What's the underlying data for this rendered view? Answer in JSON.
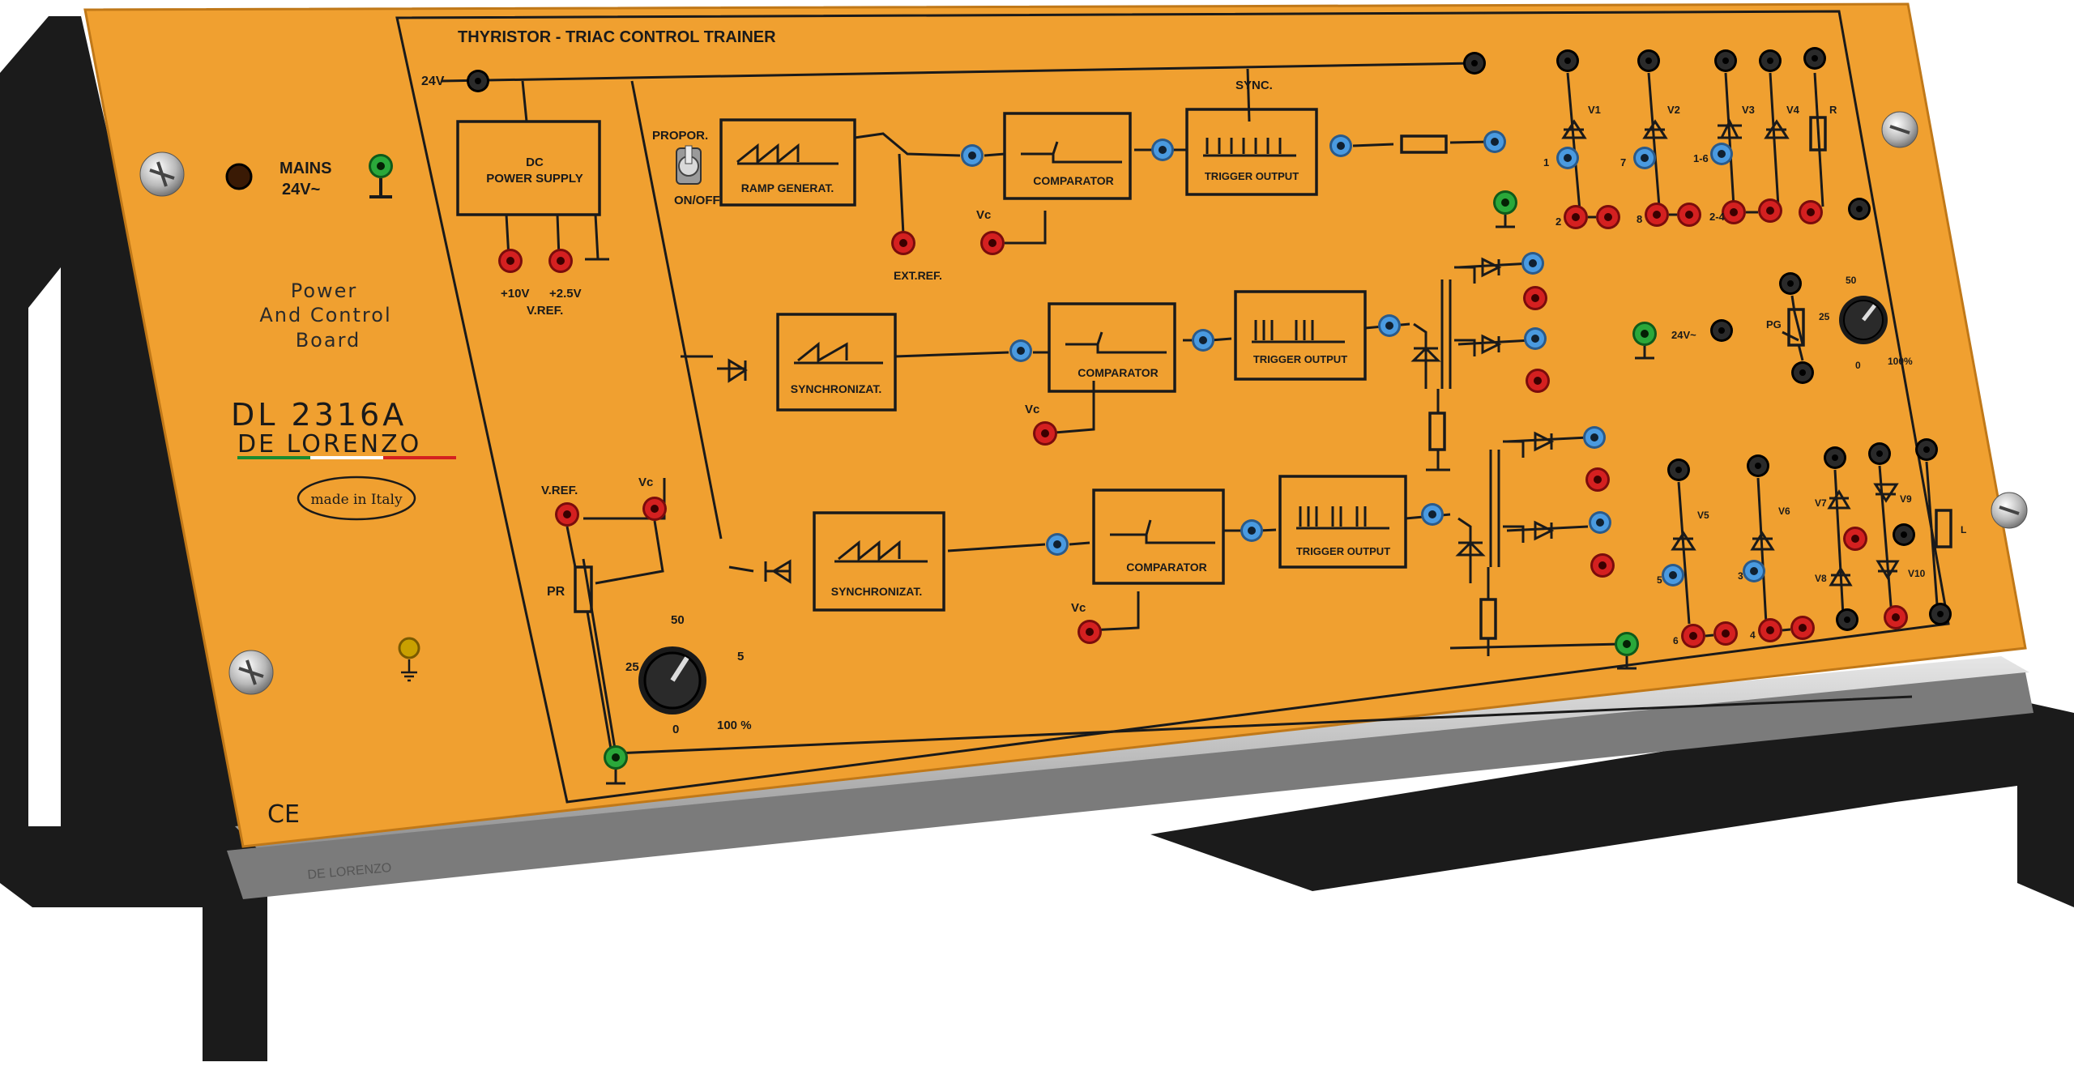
{
  "panel": {
    "title": "THYRISTOR - TRIAC CONTROL TRAINER",
    "mains_label": "MAINS",
    "mains_voltage": "24V~",
    "board_name_line1": "Power",
    "board_name_line2": "And Control",
    "board_name_line3": "Board",
    "model": "DL 2316A",
    "brand": "DE LORENZO",
    "origin": "made in Italy",
    "ce_mark": "CE"
  },
  "blocks": {
    "dc_supply_line1": "DC",
    "dc_supply_line2": "POWER SUPPLY",
    "ramp": "RAMP GENERAT.",
    "comparator": "COMPARATOR",
    "trigger_output": "TRIGGER OUTPUT",
    "synchronizat": "SYNCHRONIZAT."
  },
  "labels": {
    "input_24v": "24V~",
    "sync": "SYNC.",
    "propor": "PROPOR.",
    "on_off": "ON/OFF",
    "ext_ref": "EXT.REF.",
    "vc": "Vc",
    "plus10v": "+10V",
    "plus25v": "+2.5V",
    "vref_sub": "V.REF.",
    "vref": "V.REF.",
    "pr": "PR",
    "pg": "PG",
    "v_24": "24V~",
    "knob_left": {
      "k0": "0",
      "k25": "25",
      "k50": "50",
      "k5": "5",
      "k100": "100 %"
    },
    "knob_right": {
      "k0": "0",
      "k25": "25",
      "k50": "50",
      "k100": "100%"
    },
    "devices": [
      "V1",
      "V2",
      "V3",
      "V4",
      "R",
      "V5",
      "V6",
      "V7",
      "V8",
      "V9",
      "V10",
      "L"
    ],
    "pins": [
      "1",
      "2",
      "7",
      "8",
      "1-6",
      "2-4",
      "5",
      "6",
      "3",
      "4"
    ]
  },
  "colors": {
    "panel": "#f0a030",
    "socket_red": "#d42020",
    "socket_blue": "#3a8ed8",
    "socket_green": "#2aa83a",
    "socket_black": "#1a1a1a",
    "frame": "#1b1b1b"
  }
}
